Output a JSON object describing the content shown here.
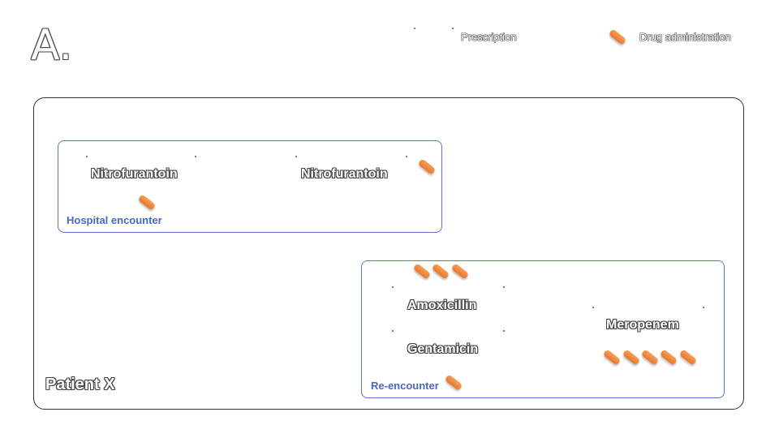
{
  "panel_label": "A.",
  "legend": {
    "prescription": "Prescription",
    "drug_administration": "Drug administration"
  },
  "patient": {
    "label": "Patient X"
  },
  "encounters": [
    {
      "label": "Hospital encounter",
      "prescriptions": [
        {
          "drug": "Nitrofurantoin",
          "administrations": 1
        },
        {
          "drug": "Nitrofurantoin",
          "administrations": 1
        }
      ]
    },
    {
      "label": "Re-encounter",
      "prescriptions": [
        {
          "drug": "Amoxicillin",
          "administrations": 3
        },
        {
          "drug": "Gentamicin",
          "administrations": 1
        },
        {
          "drug": "Meropenem",
          "administrations": 5
        }
      ]
    }
  ],
  "colors": {
    "encounter_border": "#5a73c4",
    "encounter_label": "#4a66c4",
    "pill": "#f28a3c",
    "outline": "#444444"
  }
}
